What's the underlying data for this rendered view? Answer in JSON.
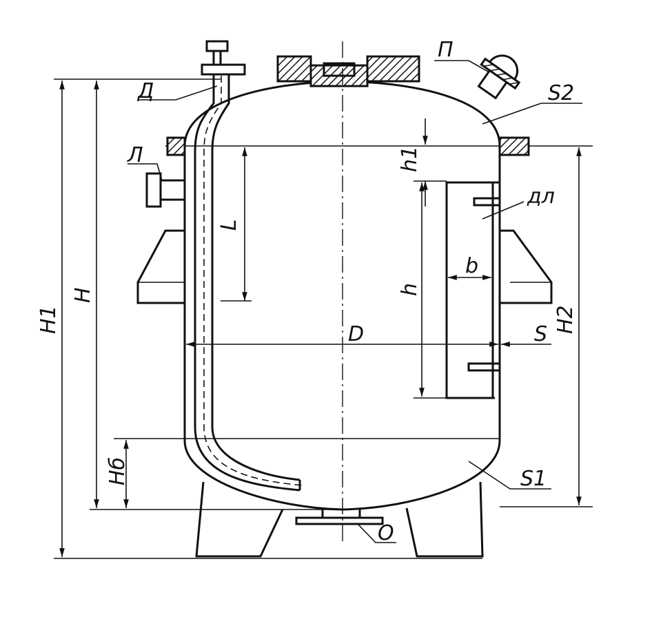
{
  "labels": {
    "sight_glass": "П",
    "top_head_thickness": "S2",
    "pipe": "Д",
    "side_nozzle": "Л",
    "pipe_length": "L",
    "baffle_offset": "h1",
    "baffle": "дл",
    "baffle_height": "h",
    "baffle_width": "b",
    "diameter": "D",
    "wall_thickness": "S",
    "total_height": "H1",
    "vessel_height": "H",
    "support_height": "H2",
    "bottom_head_height": "Hб",
    "bottom_head_thickness": "S1",
    "bottom_outlet": "О"
  }
}
